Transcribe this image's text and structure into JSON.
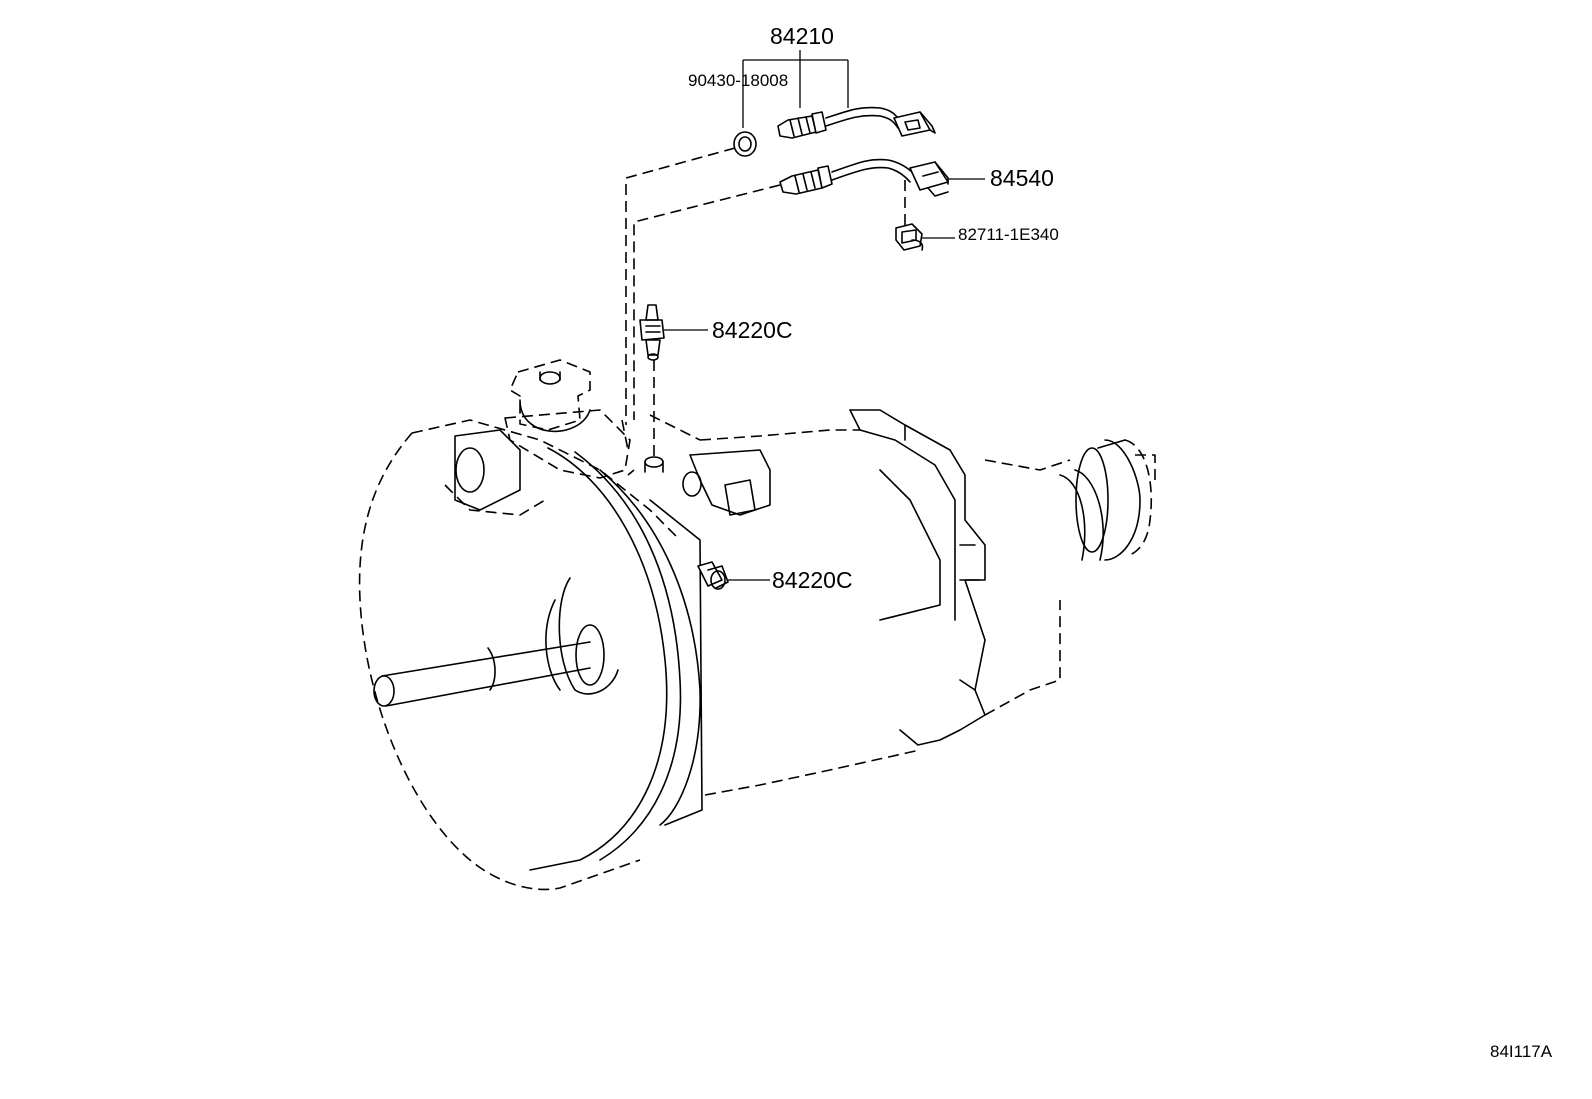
{
  "labels": {
    "p84210": "84210",
    "p90430": "90430-18008",
    "p84540": "84540",
    "p82711": "82711-1E340",
    "p84220c_top": "84220C",
    "p84220c_side": "84220C"
  },
  "figure_code": "84I117A"
}
